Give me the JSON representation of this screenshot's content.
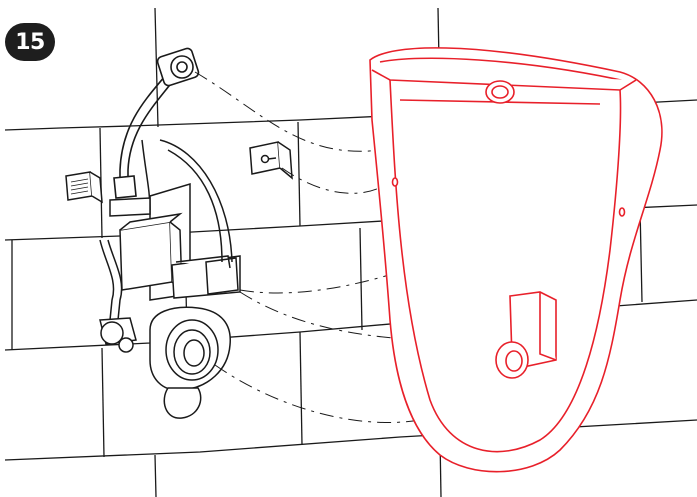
{
  "step": {
    "number": "15"
  },
  "colors": {
    "line": "#1a1a1a",
    "urinal": "#e8202a",
    "badge": "#1e1e1e",
    "background": "#ffffff"
  },
  "icons": {
    "step": "step-number-badge",
    "wall": "tiled-wall",
    "urinal": "urinal-bowl",
    "supply": "water-supply-hose",
    "valve": "flush-valve-assembly",
    "trap": "drain-trap",
    "sensor": "sensor-module",
    "bracket": "wall-bracket"
  }
}
